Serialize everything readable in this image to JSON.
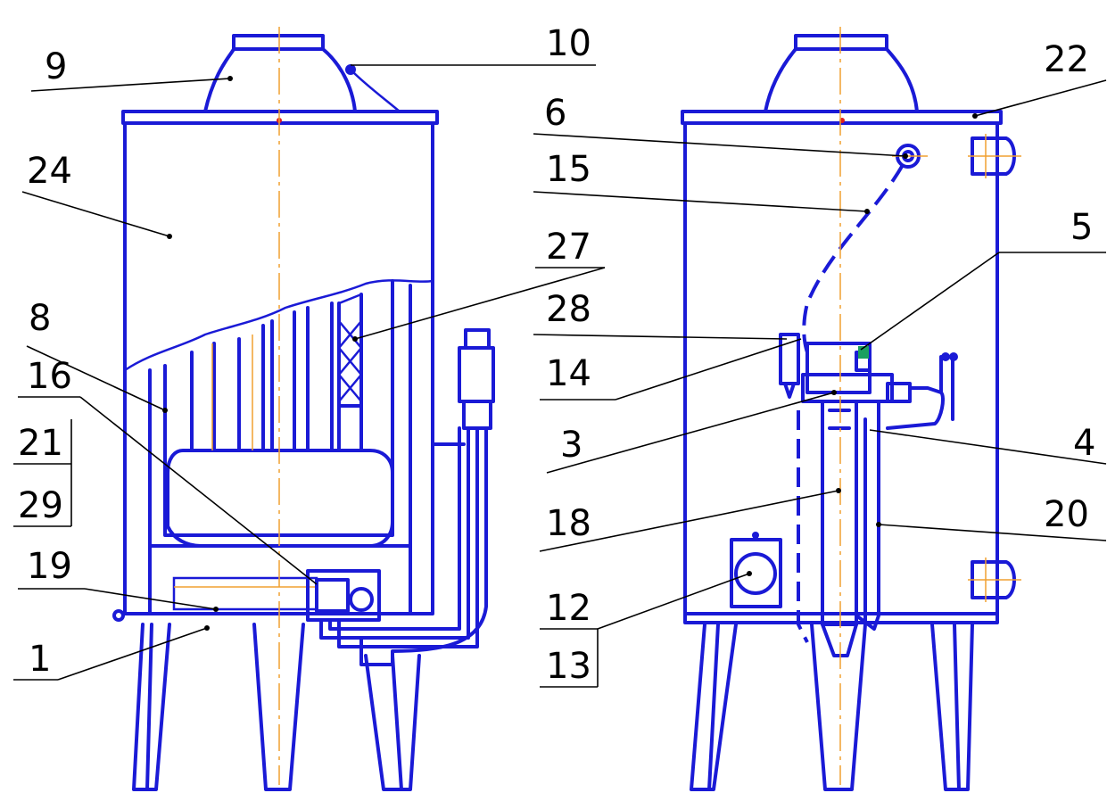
{
  "colors": {
    "outline": "#1a1ad6",
    "axis": "#f0a030",
    "leader": "#000000",
    "background": "#ffffff"
  },
  "labels": {
    "l9": "9",
    "l10": "10",
    "l6": "6",
    "l22": "22",
    "l24": "24",
    "l15": "15",
    "l27": "27",
    "l5": "5",
    "l8": "8",
    "l28": "28",
    "l16": "16",
    "l14": "14",
    "l21": "21",
    "l3": "3",
    "l4": "4",
    "l29": "29",
    "l18": "18",
    "l20": "20",
    "l19": "19",
    "l12": "12",
    "l1": "1",
    "l13": "13"
  }
}
